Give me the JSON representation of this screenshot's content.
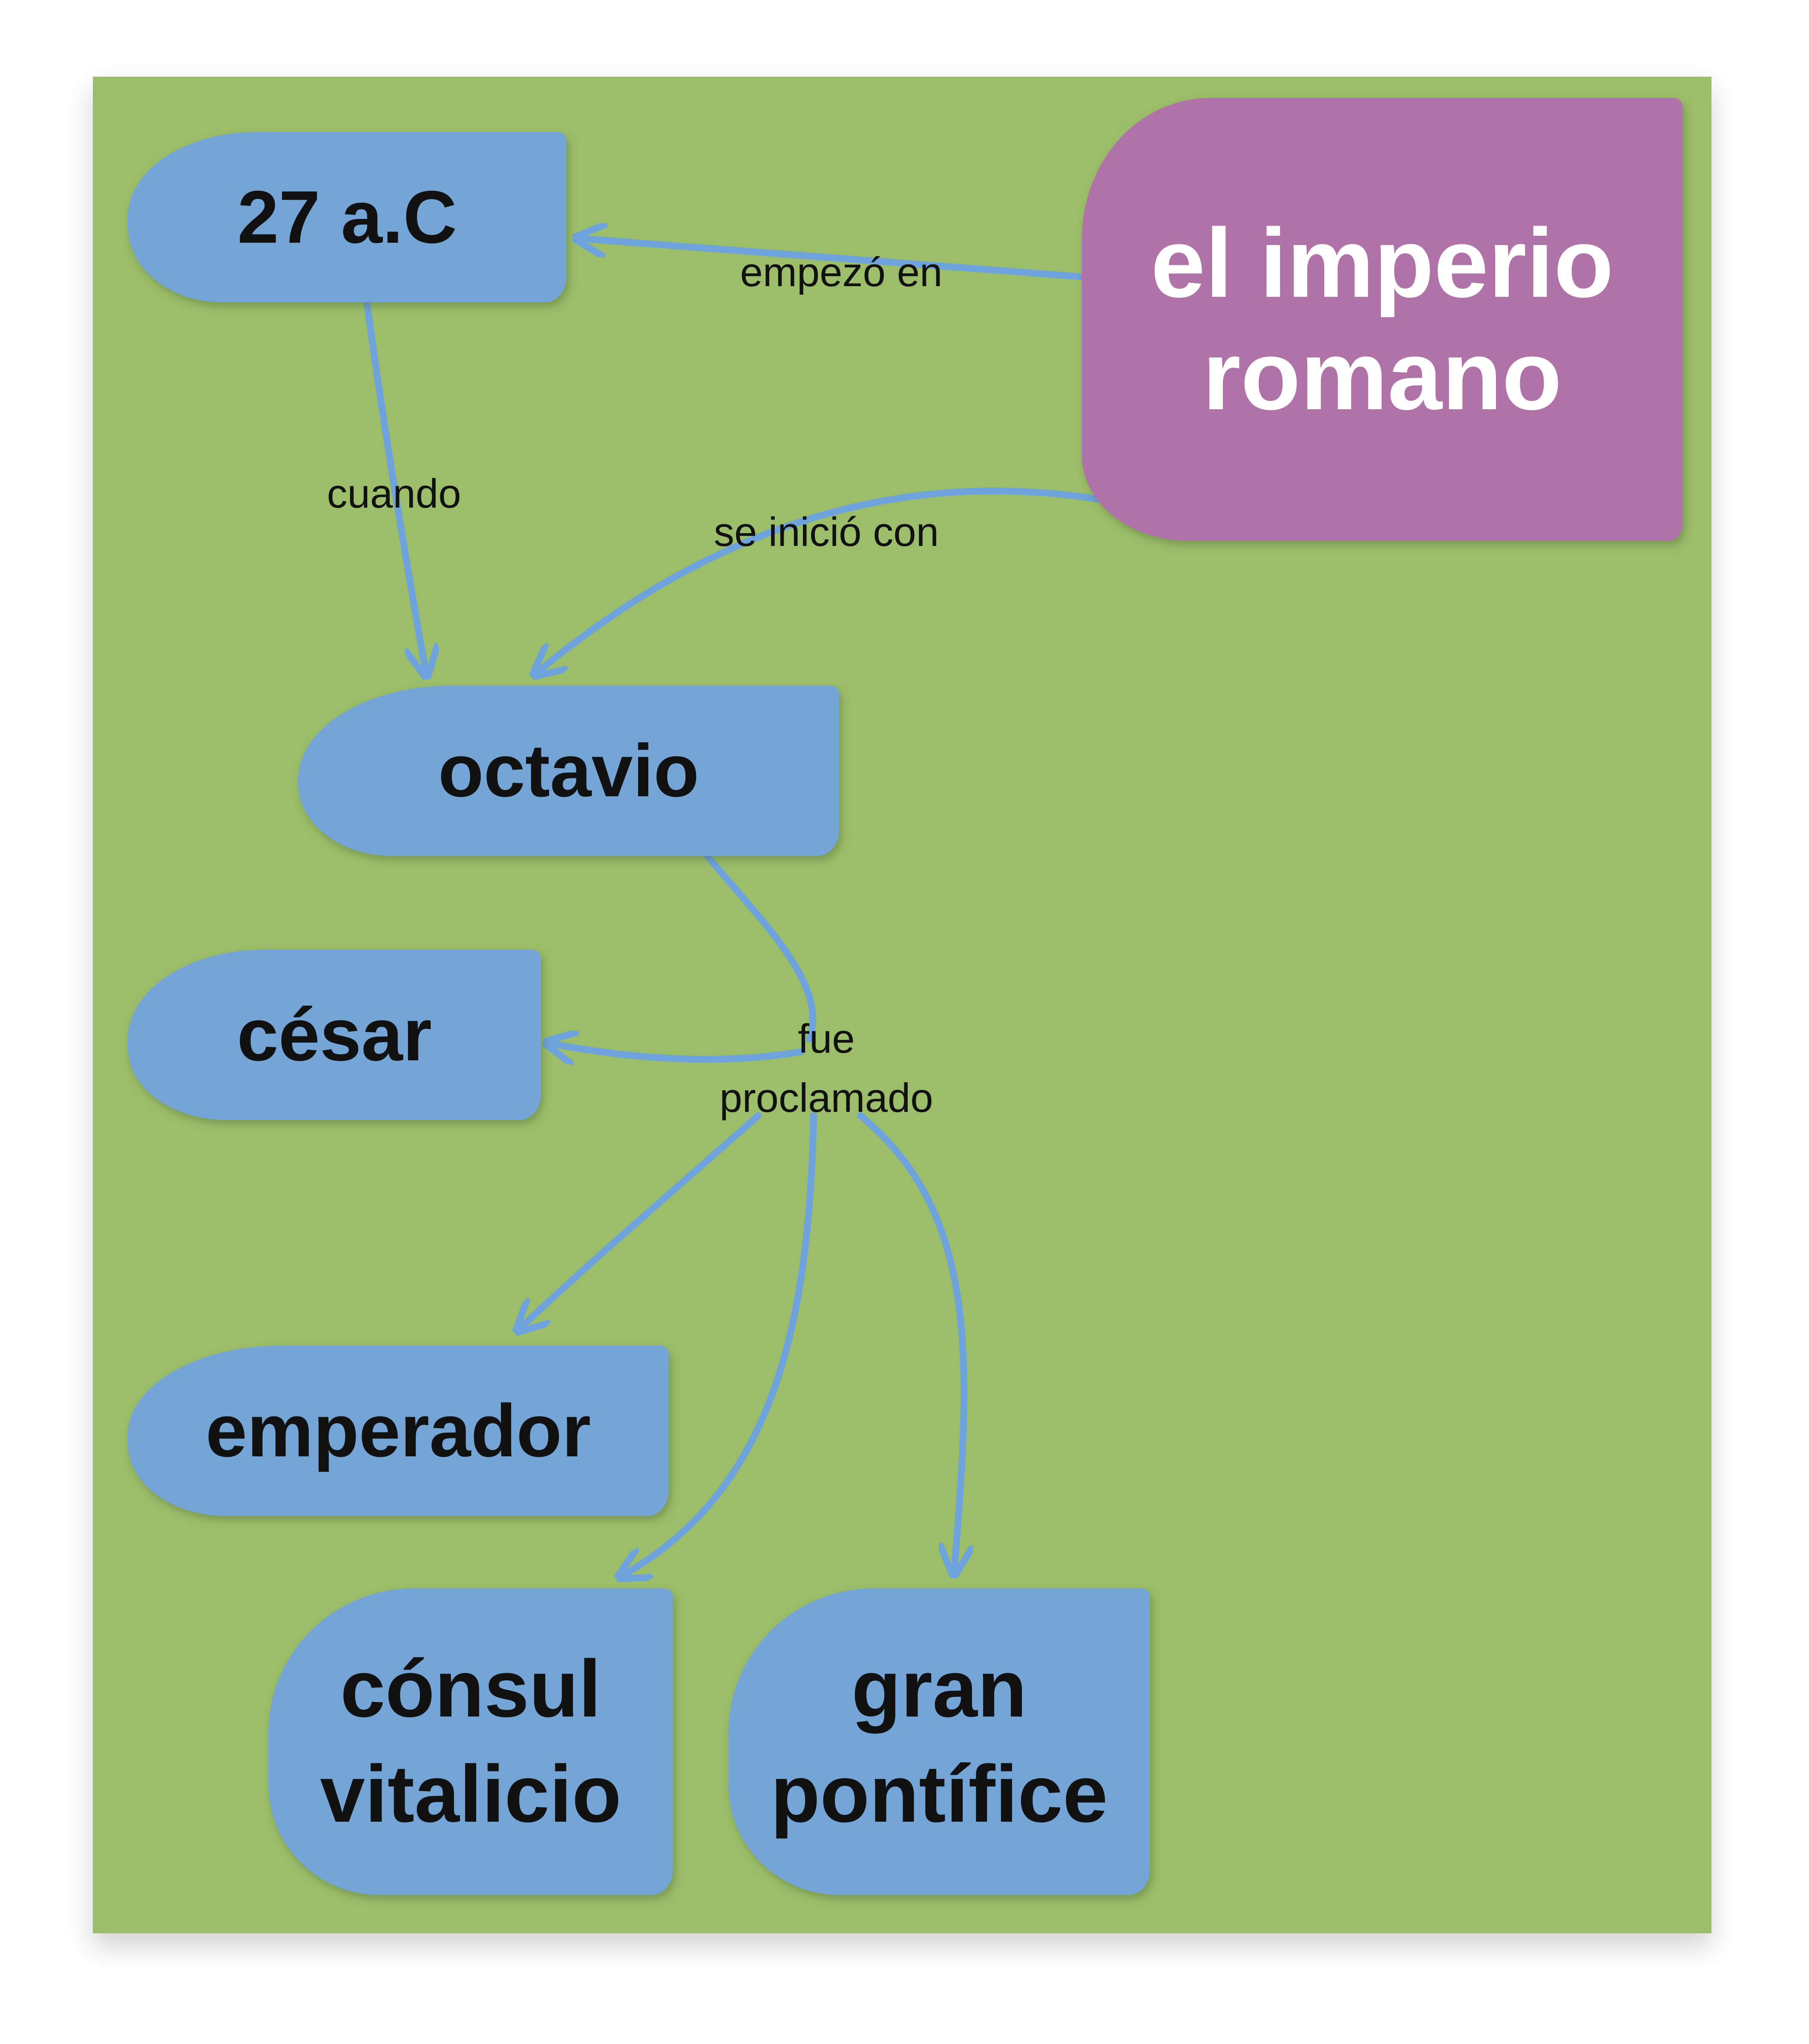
{
  "colors": {
    "background": "#9cbe6a",
    "node": "#74a5d6",
    "root": "#b073a8",
    "edge": "#6fa3dc",
    "text": "#111111"
  },
  "nodes": {
    "root": "el imperio romano",
    "root_line1": "el imperio",
    "root_line2": "romano",
    "date": "27 a.C",
    "octavio": "octavio",
    "cesar": "césar",
    "emperador": "emperador",
    "consul_line1": "cónsul",
    "consul_line2": "vitalicio",
    "gran_line1": "gran",
    "gran_line2": "pontífice"
  },
  "links": {
    "empezo": "empezó en",
    "cuando": "cuando",
    "inicio": "se inició con",
    "fue_line1": "fue",
    "fue_line2": "proclamado"
  }
}
